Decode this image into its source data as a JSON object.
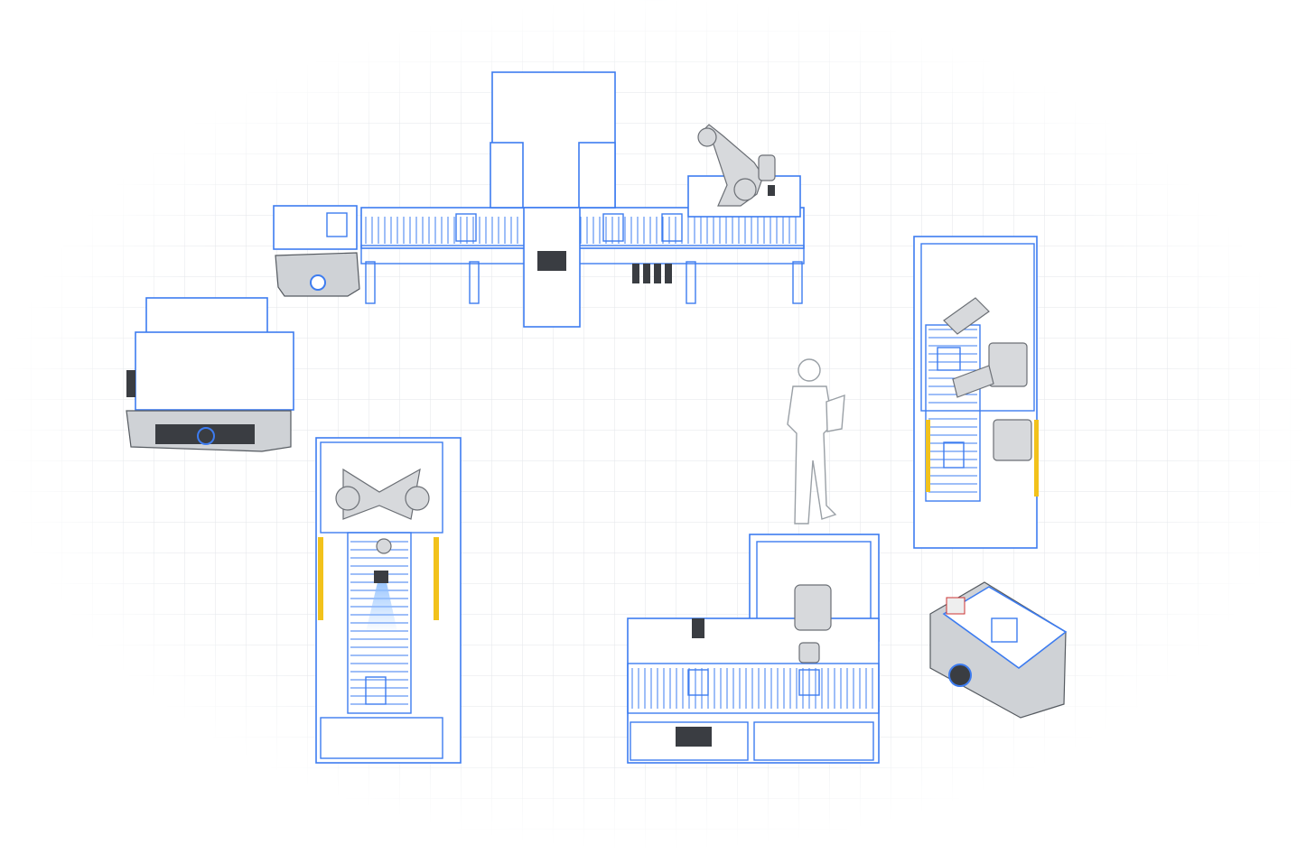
{
  "colors": {
    "wireframe": "#3d7cf0",
    "grid": "#e6e8ec",
    "robot": "#d7d9dc",
    "agv_body": "#cfd2d6",
    "agv_dark": "#3a3d42",
    "safety_stripe": "#f2c21b",
    "scanner_light": "#8fc0ff"
  },
  "components": [
    {
      "icon": "overhead-conveyor-line"
    },
    {
      "icon": "collaborative-robot-arm"
    },
    {
      "icon": "tall-cabinet-machine"
    },
    {
      "icon": "agv-roller-top-small"
    },
    {
      "icon": "agv-pallet-carrier"
    },
    {
      "icon": "delta-robot-cell"
    },
    {
      "icon": "worker-with-tablet"
    },
    {
      "icon": "scara-robot-cell"
    },
    {
      "icon": "industrial-robot-workstation"
    },
    {
      "icon": "agv-roller-top-large"
    }
  ]
}
